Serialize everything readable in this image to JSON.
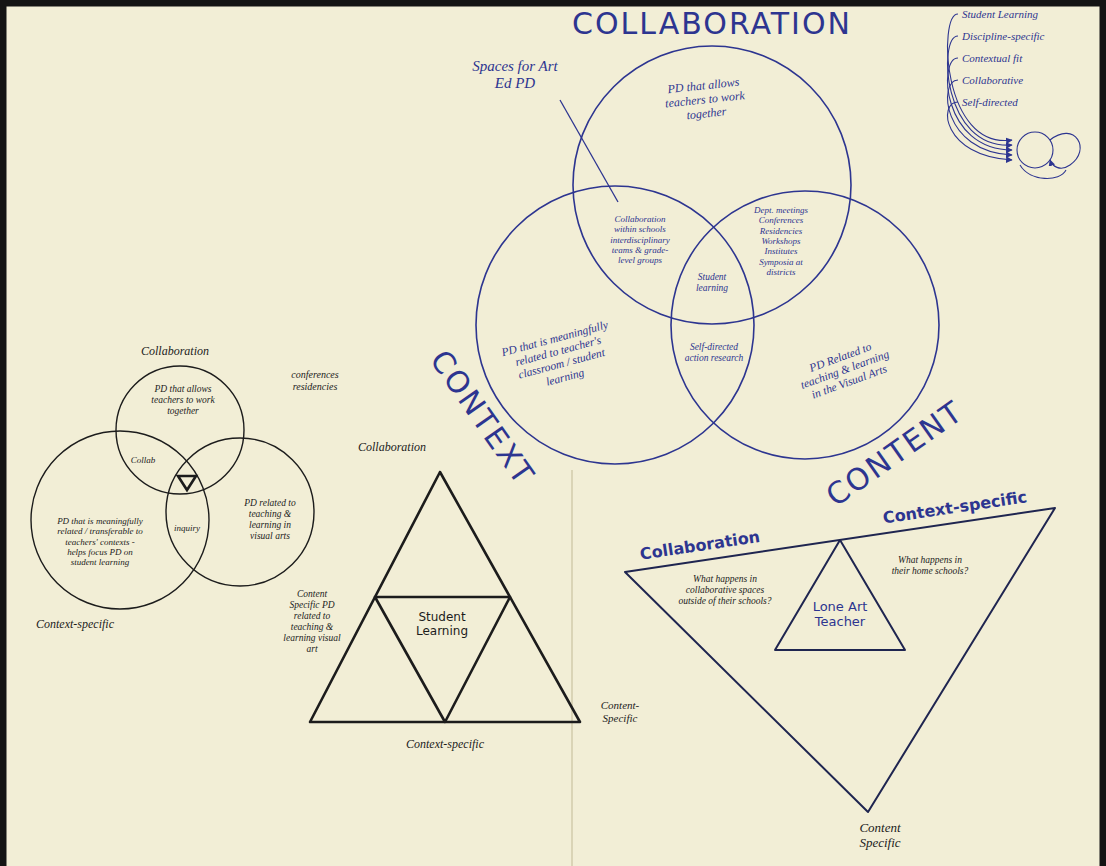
{
  "diagram": {
    "nodes": [
      {
        "text": [
          "COLLABORATION",
          "PD that allows teachers to work together"
        ]
      },
      {
        "text": [
          "CONTEXT",
          "PD that is meaningfully related to teacher's classroom / student learning"
        ]
      },
      {
        "text": [
          "CONTENT",
          "PD Related to teaching & learning in the Visual Arts"
        ]
      },
      {
        "text": [
          "Collaboration",
          "PD that allows teachers to work together"
        ]
      },
      {
        "text": [
          "PD that is meaningfully related / transferable to teachers' contexts - helps focus PD on student learning",
          "Context-specific"
        ]
      },
      {
        "text": [
          "PD related to teaching & learning in visual arts"
        ]
      },
      {
        "text": [
          "Collaboration",
          "Content Specific PD related to teaching & learning visual art",
          "Content-Specific",
          "Context-specific"
        ]
      },
      {
        "text": [
          "Student Learning"
        ],
        "in": 6
      },
      {
        "text": [
          "Collaboration",
          "Context-specific",
          "What happens in collaborative spaces outside of their schools?",
          "What happens in their home schools?",
          "Content Specific"
        ]
      },
      {
        "text": [
          "Lone Art Teacher"
        ],
        "in": 8
      }
    ],
    "labels": [
      "Spaces for Art Ed PD",
      "Collaboration within schools interdisciplinary teams & grade-level groups",
      "Dept. meetings Conferences Residencies Workshops Institutes Symposia at districts",
      "Student learning",
      "Self-directed action research",
      "Student Learning",
      "Discipline-specific",
      "Contextual fit",
      "Collaborative",
      "Self-directed",
      "Collab",
      "inquiry",
      "conferences residencies"
    ]
  }
}
